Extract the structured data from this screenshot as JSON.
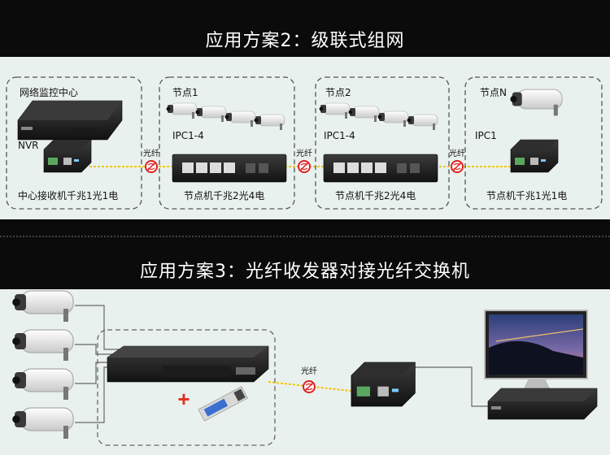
{
  "scheme2": {
    "title": "应用方案2：级联式组网",
    "groups": [
      {
        "title": "网络监控中心",
        "device": "NVR",
        "converter": "中心接收机千兆1光1电"
      },
      {
        "title": "节点1",
        "cameras": "IPC1-4",
        "switch": "节点机千兆2光4电"
      },
      {
        "title": "节点2",
        "cameras": "IPC1-4",
        "switch": "节点机千兆2光4电"
      },
      {
        "title": "节点N",
        "cameras": "IPC1",
        "converter": "节点机千兆1光1电"
      }
    ],
    "fiber_label": "光纤"
  },
  "scheme3": {
    "title": "应用方案3：光纤收发器对接光纤交换机",
    "fiber_label": "光纤",
    "plus": "+"
  },
  "colors": {
    "band": "#0b0b0b",
    "panel": "#e9f1ee",
    "fiber": "#f2c500",
    "badge": "#e02020",
    "plus": "#e03020"
  },
  "icons": [
    "nvr-icon",
    "media-converter-icon",
    "camera-icon",
    "switch-icon",
    "sfp-module-icon",
    "monitor-icon",
    "fiber-badge-icon"
  ]
}
